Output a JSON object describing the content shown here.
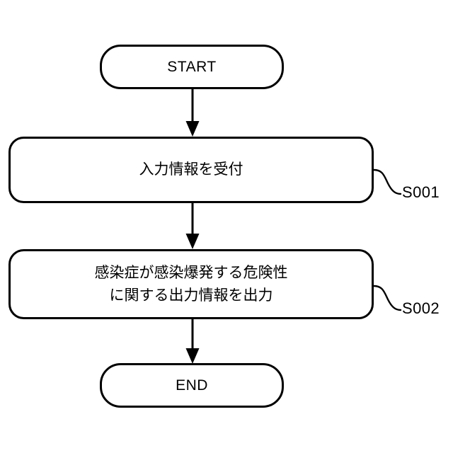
{
  "diagram": {
    "type": "flowchart",
    "orientation": "vertical",
    "background_color": "#ffffff",
    "stroke_color": "#000000",
    "text_color": "#000000",
    "nodes": [
      {
        "id": "start",
        "shape": "rounded-terminal",
        "label": "START"
      },
      {
        "id": "s001",
        "shape": "rounded-process",
        "label": "入力情報を受付",
        "lines": [
          "入力情報を受付"
        ],
        "step_label": "S001"
      },
      {
        "id": "s002",
        "shape": "rounded-process",
        "label": "感染症が感染爆発する危険性に関する出力情報を出力",
        "lines": [
          "感染症が感染爆発する危険性",
          "に関する出力情報を出力"
        ],
        "step_label": "S002"
      },
      {
        "id": "end",
        "shape": "rounded-terminal",
        "label": "END"
      }
    ],
    "connectors": [
      {
        "from": "start",
        "to": "s001",
        "arrowhead": "solid-triangle"
      },
      {
        "from": "s001",
        "to": "s002",
        "arrowhead": "solid-triangle"
      },
      {
        "from": "s002",
        "to": "end",
        "arrowhead": "solid-triangle"
      }
    ],
    "leaders": [
      {
        "for": "s001",
        "style": "s-curve",
        "label": "S001"
      },
      {
        "for": "s002",
        "style": "s-curve",
        "label": "S002"
      }
    ]
  }
}
